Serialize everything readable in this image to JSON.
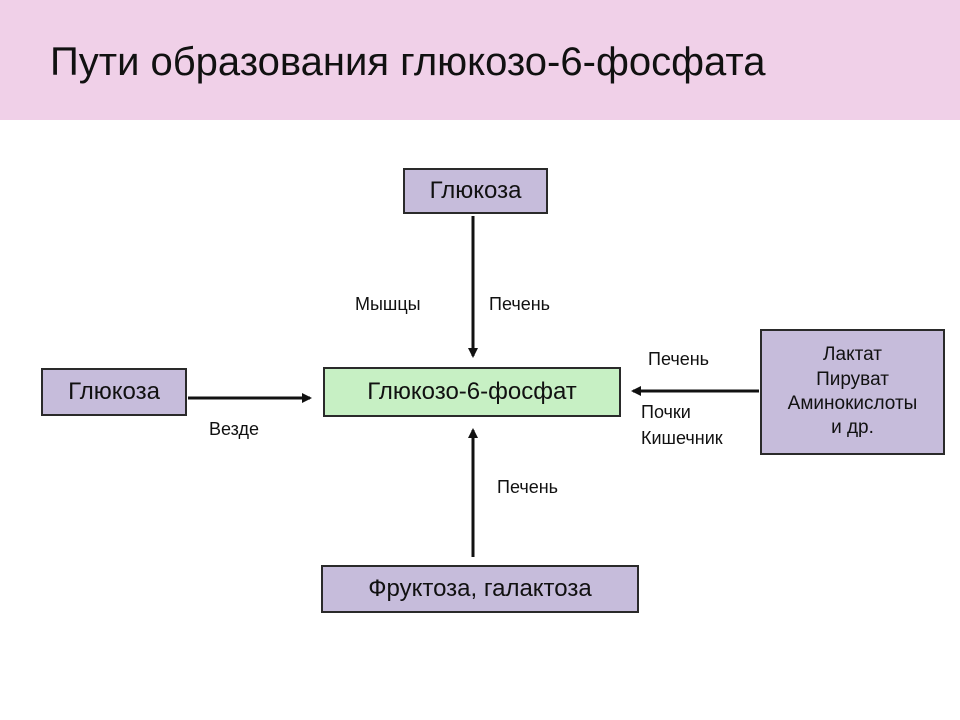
{
  "title": "Пути образования глюкозо-6-фосфата",
  "nodes": {
    "glucose_top": "Глюкоза",
    "glucose_left": "Глюкоза",
    "g6p": "Глюкозо-6-фосфат",
    "precursors": [
      "Лактат",
      "Пируват",
      "Аминокислоты",
      "и др."
    ],
    "fructose_galactose": "Фруктоза, галактоза"
  },
  "edge_labels": {
    "top_left": "Мышцы",
    "top_right": "Печень",
    "left_bottom": "Везде",
    "right_top": "Печень",
    "right_bottom": [
      "Почки",
      "Кишечник"
    ],
    "bottom": "Печень"
  },
  "colors": {
    "title_bg": "#f0d0e8",
    "node_purple": "#c6bcdb",
    "node_green": "#c7f0c4"
  }
}
